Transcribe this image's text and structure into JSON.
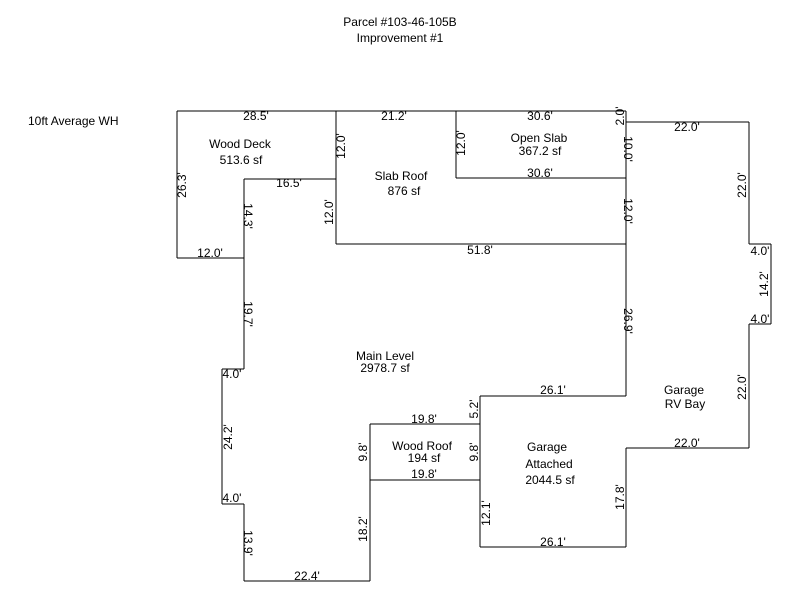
{
  "header": {
    "parcel": "Parcel #103-46-105B",
    "improvement": "Improvement #1"
  },
  "note": "10ft Average WH",
  "areas": {
    "wood_deck": {
      "name": "Wood Deck",
      "area": "513.6 sf"
    },
    "slab_roof": {
      "name": "Slab Roof",
      "area": "876 sf"
    },
    "open_slab": {
      "name": "Open Slab",
      "area": "367.2 sf"
    },
    "main_level": {
      "name": "Main Level",
      "area": "2978.7 sf"
    },
    "wood_roof": {
      "name": "Wood Roof",
      "area": "194 sf"
    },
    "garage_attached": {
      "name1": "Garage",
      "name2": "Attached",
      "area": "2044.5 sf"
    },
    "garage_rv": {
      "name1": "Garage",
      "name2": "RV Bay"
    }
  },
  "dims": {
    "d_28_5": "28.5'",
    "d_21_2": "21.2'",
    "d_30_6_top": "30.6'",
    "d_2_0": "2.0'",
    "d_22_0_top": "22.0'",
    "d_26_3": "26.3'",
    "d_12_0_deck_r": "12.0'",
    "d_12_0_open_l": "12.0'",
    "d_10_0": "10.0'",
    "d_30_6_mid": "30.6'",
    "d_16_5": "16.5'",
    "d_14_3": "14.3'",
    "d_12_0_slab_l": "12.0'",
    "d_12_0_right": "12.0'",
    "d_22_0_rv_top": "22.0'",
    "d_12_0_deck_b": "12.0'",
    "d_51_8": "51.8'",
    "d_4_0_rv_a": "4.0'",
    "d_14_2": "14.2'",
    "d_4_0_rv_b": "4.0'",
    "d_19_7": "19.7'",
    "d_26_9": "26.9'",
    "d_4_0_left_a": "4.0'",
    "d_22_0_rv_bottom": "22.0'",
    "d_26_1_top": "26.1'",
    "d_5_2": "5.2'",
    "d_19_8_top": "19.8'",
    "d_24_2": "24.2'",
    "d_9_8_left": "9.8'",
    "d_9_8_right": "9.8'",
    "d_19_8_bottom": "19.8'",
    "d_4_0_left_b": "4.0'",
    "d_17_8": "17.8'",
    "d_12_1": "12.1'",
    "d_18_2": "18.2'",
    "d_13_9": "13.9'",
    "d_26_1_bottom": "26.1'",
    "d_22_4": "22.4'"
  }
}
